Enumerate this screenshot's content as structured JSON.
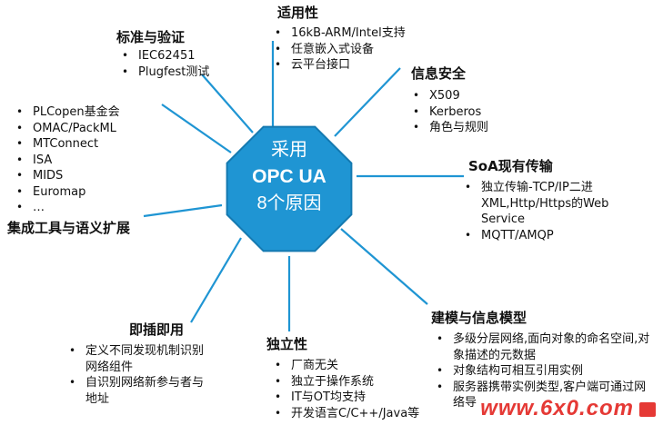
{
  "colors": {
    "octagon": "#1f95d3",
    "octagon_border": "#1479b0",
    "spoke": "#1f95d3",
    "watermark": "#e53935"
  },
  "center": {
    "line1": "采用",
    "line2": "OPC UA",
    "line3": "8个原因"
  },
  "sections": {
    "applicability": {
      "title": "适用性",
      "items": [
        "16kB-ARM/Intel支持",
        "任意嵌入式设备",
        "云平台接口"
      ]
    },
    "security": {
      "title": "信息安全",
      "items": [
        "X509",
        "Kerberos",
        "角色与规则"
      ]
    },
    "soa": {
      "title": "SoA现有传输",
      "items": [
        "独立传输-TCP/IP二进XML,Http/Https的Web Service",
        "MQTT/AMQP"
      ]
    },
    "modeling": {
      "title": "建模与信息模型",
      "items": [
        "多级分层网络,面向对象的命名空间,对象描述的元数据",
        "对象结构可相互引用实例",
        "服务器携带实例类型,客户端可通过网络导"
      ]
    },
    "independence": {
      "title": "独立性",
      "items": [
        "厂商无关",
        "独立于操作系统",
        "IT与OT均支持",
        "开发语言C/C++/Java等"
      ]
    },
    "plugandplay": {
      "title": "即插即用",
      "items": [
        "定义不同发现机制识别网络组件",
        "自识别网络新参与者与地址"
      ]
    },
    "integration": {
      "title": "集成工具与语义扩展",
      "items": [
        "PLCopen基金会",
        "OMAC/PackML",
        "MTConnect",
        "ISA",
        "MIDS",
        "Euromap",
        "…"
      ]
    },
    "standards": {
      "title": "标准与验证",
      "items": [
        "IEC62451",
        "Plugfest测试"
      ]
    }
  },
  "watermark": {
    "text": "www.6x0.com"
  }
}
